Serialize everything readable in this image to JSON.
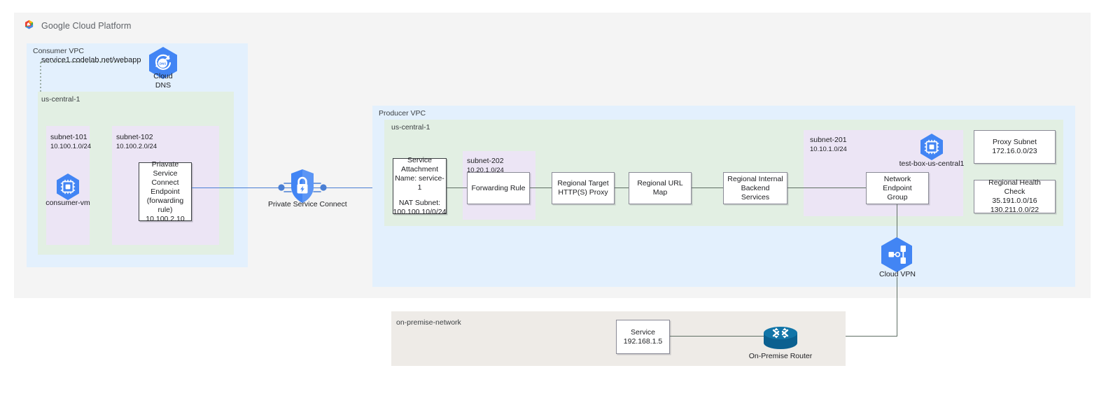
{
  "brand": {
    "logo_icon": "google-cloud-platform-logo",
    "name": "Google Cloud Platform"
  },
  "consumer": {
    "vpc_label": "Consumer VPC",
    "region_label": "us-central-1",
    "dns_record": "service1.codelab.net/webapp",
    "dns_icon": "cloud-dns-icon",
    "dns_caption_line1": "Cloud",
    "dns_caption_line2": "DNS",
    "subnets": [
      {
        "name": "subnet-101",
        "cidr": "10.100.1.0/24"
      },
      {
        "name": "subnet-102",
        "cidr": "10.100.2.0/24"
      }
    ],
    "vm_icon": "compute-engine-vm-icon",
    "vm_caption": "consumer-vm",
    "psc_endpoint": {
      "line1": "Priavate Service",
      "line2": "Connect Endpoint",
      "line3": "(forwarding rule)",
      "line4": "10.100.2.10"
    }
  },
  "psc": {
    "icon": "private-service-connect-icon",
    "caption": "Private Service Connect"
  },
  "producer": {
    "vpc_label": "Producer VPC",
    "region_label": "us-central-1",
    "service_attachment": {
      "line1": "Service",
      "line2": "Attachment",
      "line3": "Name: service-1",
      "line4": "NAT Subnet:",
      "line5": "100.100.10/0/24"
    },
    "subnet_202": {
      "name": "subnet-202",
      "cidr": "10.20.1.0/24"
    },
    "forwarding_rule": "Forwarding Rule",
    "target_proxy": {
      "line1": "Regional Target",
      "line2": "HTTP(S) Proxy"
    },
    "url_map": "Regional URL Map",
    "backend_services": {
      "line1": "Regional Internal",
      "line2": "Backend Services"
    },
    "subnet_201": {
      "name": "subnet-201",
      "cidr": "10.10.1.0/24"
    },
    "test_box_icon": "compute-engine-vm-icon",
    "test_box_caption": "test-box-us-central1",
    "neg": {
      "line1": "Network Endpoint",
      "line2": "Group"
    },
    "proxy_subnet": {
      "line1": "Proxy Subnet",
      "line2": "172.16.0.0/23"
    },
    "health_check": {
      "line1": "Regional Health Check",
      "line2": "35.191.0.0/16",
      "line3": "130.211.0.0/22"
    }
  },
  "vpn": {
    "icon": "cloud-vpn-icon",
    "caption": "Cloud VPN"
  },
  "onprem": {
    "network_label": "on-premise-network",
    "service": {
      "line1": "Service",
      "line2": "192.168.1.5"
    },
    "router_icon": "on-premise-router-icon",
    "router_caption": "On-Premise Router"
  },
  "colors": {
    "panel_bg": "#f4f4f4",
    "vpc_bg": "#e3f0fd",
    "region_bg": "#e2efe3",
    "subnet_bg": "#ece5f5",
    "onprem_bg": "#eeebe7",
    "gcp_blue": "#4285f4",
    "psc_line": "#4a7fd4",
    "router_teal": "#0d6e9c"
  }
}
